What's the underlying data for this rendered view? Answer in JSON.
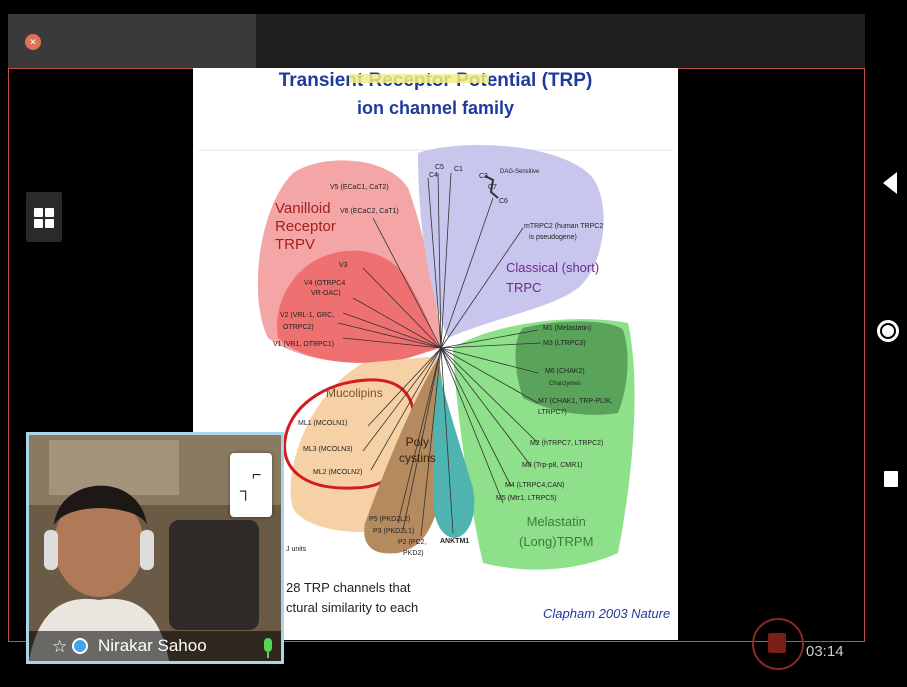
{
  "meeting": {
    "timer": "03:14",
    "speaker_name": "Nirakar Sahoo"
  },
  "slide": {
    "title_line1": "Transient Receptor Potential (TRP)",
    "title_line2": "ion channel family",
    "citation": "Clapham 2003 Nature",
    "scale_label": "J units",
    "footer_text_1": "28 TRP channels that",
    "footer_text_2": "ctural similarity to each",
    "groups": {
      "trpv": [
        "Vanilloid",
        "Receptor",
        "TRPV"
      ],
      "trpc": [
        "Classical (short)",
        "TRPC"
      ],
      "trpm": [
        "Melastatin",
        "(Long)TRPM"
      ],
      "mucolipins": "Mucolipins",
      "polycystins": [
        "Poly",
        "cystins"
      ],
      "anktm1": "ANKTM1"
    },
    "branches": {
      "v5": "V5 (ECaC1, CaT2)",
      "v6": "V6 (ECaC2, CaT1)",
      "v3": "V3",
      "v4a": "V4 (OTRPC4",
      "v4b": "VR-OAC)",
      "v2a": "V2 (VRL-1, GRC,",
      "v2b": "OTRPC2)",
      "v1": "V1 (VR1, OTRPC1)",
      "c4": "C4",
      "c5": "C5",
      "c1": "C1",
      "c3": "C3",
      "c7": "C7",
      "c6": "C6",
      "dag": "DAG-Sensitive",
      "mtrpc2a": "mTRPC2 (human TRPC2",
      "mtrpc2b": "is pseudogene)",
      "m1": "M1 (Melastatin)",
      "m3": "M3 (LTRPC3)",
      "m6a": "M6 (CHAK2)",
      "m6b": "Chanzymes",
      "m7a": "M7 (CHAK1, TRP-PLIK,",
      "m7b": "LTRPC7)",
      "m2": "M2 (hTRPC7, LTRPC2)",
      "m8": "M8 (Trp-p8, CMR1)",
      "m4": "M4 (LTRPC4,CAN)",
      "m5": "M5 (Mtr1, LTRPC5)",
      "ml1": "ML1 (MCOLN1)",
      "ml3": "ML3 (MCOLN3)",
      "ml2": "ML2 (MCOLN2)",
      "p5": "P5 (PKD2L2)",
      "p3": "P3 (PKD2L1)",
      "p2a": "P2 (PC2,",
      "p2b": "PKD2)"
    }
  },
  "colors": {
    "trpv": "#f4a6a6",
    "trpv_inner": "#ee7070",
    "trpc": "#c9c6ee",
    "trpm": "#8fe08a",
    "trpm_inner": "#5aa35a",
    "mucolipins": "#f7d1a6",
    "polycystins": "#b48a5e",
    "anktm1": "#4fb4b0",
    "title": "#1f3a9c",
    "recording": "#8a2a22"
  },
  "icons": [
    "grid-icon",
    "back-icon",
    "home-icon",
    "recent-apps-icon",
    "pin-icon",
    "mic-icon",
    "expand-icon",
    "stop-icon"
  ]
}
